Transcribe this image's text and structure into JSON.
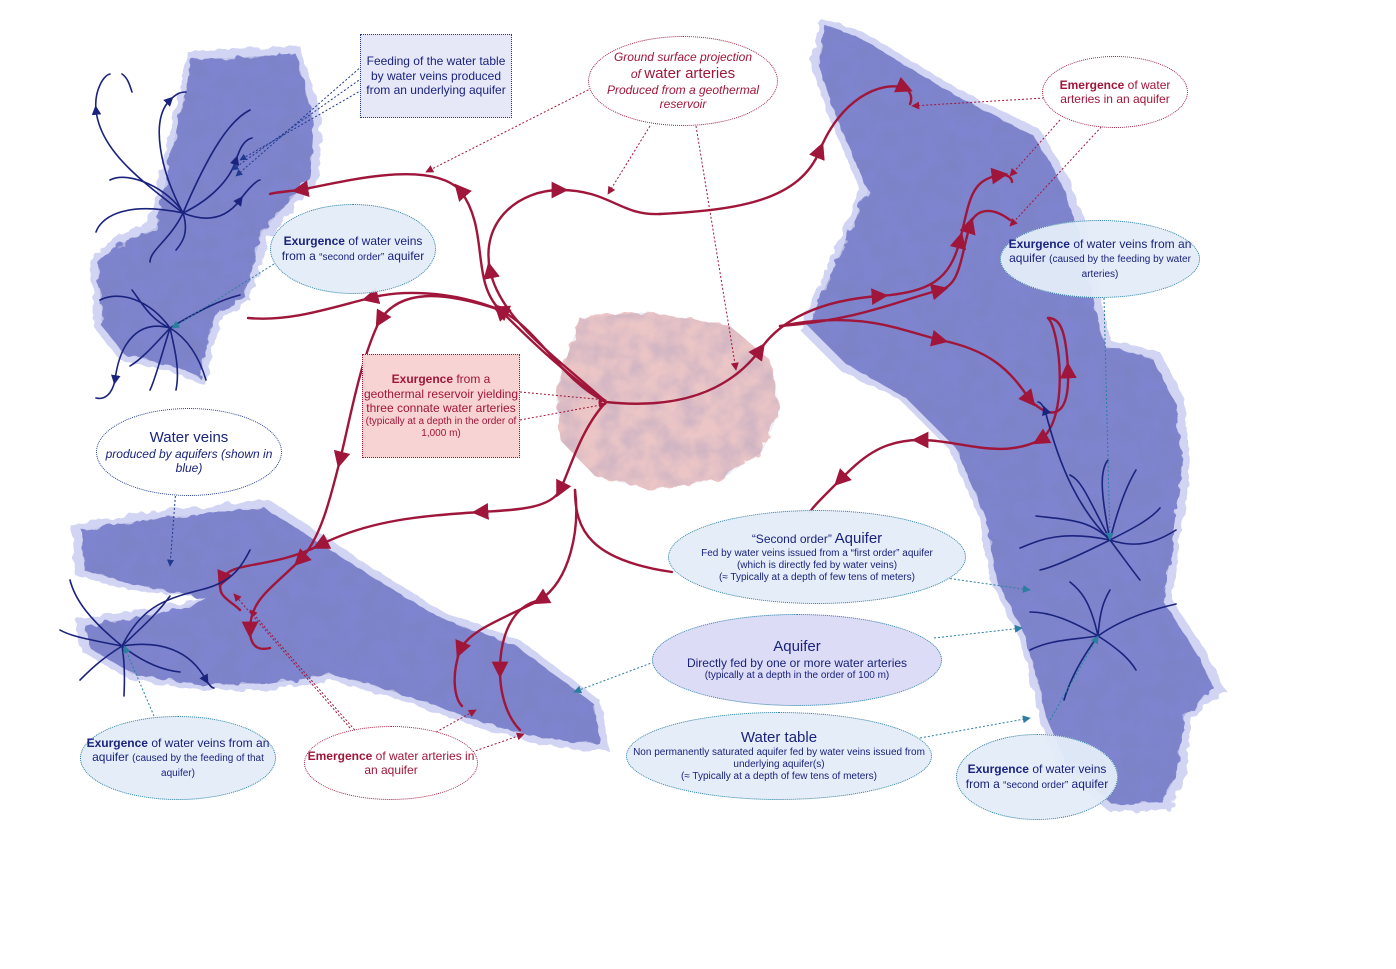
{
  "labels": {
    "feeding": "Feeding of the water table by water veins produced from an underlying aquifer",
    "ground_l1": "Ground surface projection",
    "ground_of": "of",
    "ground_arteries": "water arteries",
    "ground_l3": "Produced from a geothermal reservoir",
    "emergence_tr_bold": "Emergence",
    "emergence_tr_rest": "of water arteries in an aquifer",
    "exurg_left_bold": "Exurgence",
    "exurg_left_rest": "of water veins from a",
    "exurg_left_second": "“second order”",
    "exurg_left_tail": "aquifer",
    "exurg_right_bold": "Exurgence",
    "exurg_right_rest": "of water veins from an aquifer",
    "exurg_right_small": "(caused by the feeding by water arteries)",
    "geo_bold": "Exurgence",
    "geo_rest": "from a geothermal reservoir yielding three connate water arteries",
    "geo_small": "(typically at a depth in the order of 1,000 m)",
    "veins_title": "Water veins",
    "veins_sub": "produced by aquifers (shown in blue)",
    "second_q": "“Second order”",
    "second_title": "Aquifer",
    "second_l1": "Fed by water veins issued from a “first order” aquifer",
    "second_l2": "(which is directly fed by water veins)",
    "second_l3": "(≈ Typically at a depth of few tens of meters)",
    "aquifer_title": "Aquifer",
    "aquifer_l1": "Directly fed by one or more water arteries",
    "aquifer_l2": "(typically at a depth in the order of 100 m)",
    "wt_title": "Water table",
    "wt_l1": "Non permanently saturated aquifer fed by water veins issued from underlying aquifer(s)",
    "wt_l2": "(≈ Typically at a depth of few tens of meters)",
    "exurg_bl_bold": "Exurgence",
    "exurg_bl_rest": "of water veins from an aquifer",
    "exurg_bl_small": "(caused by the feeding of that aquifer)",
    "emergence_bl_bold": "Emergence",
    "emergence_bl_rest": "of water arteries in an aquifer",
    "exurg_br_bold": "Exurgence",
    "exurg_br_rest": "of water veins from a",
    "exurg_br_second": "“second order”",
    "exurg_br_tail": "aquifer"
  },
  "colors": {
    "artery": "#a0163a",
    "vein": "#1a237e",
    "aquifer": "#6f77c9",
    "reservoir": "#e8b8b8",
    "pointer_blue": "#2a7fa0"
  }
}
